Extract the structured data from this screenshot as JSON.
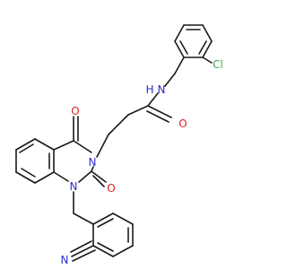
{
  "molecule": {
    "atoms": [
      {
        "id": "cl",
        "label": "Cl",
        "color": "#3cb043"
      },
      {
        "id": "n_amide",
        "label": "N",
        "color": "#2d2dcc"
      },
      {
        "id": "h_amide",
        "label": "H",
        "color": "#2d2dcc"
      },
      {
        "id": "o_amide",
        "label": "O",
        "color": "#e02020"
      },
      {
        "id": "o_c4",
        "label": "O",
        "color": "#e02020"
      },
      {
        "id": "o_c2",
        "label": "O",
        "color": "#e02020"
      },
      {
        "id": "n3",
        "label": "N",
        "color": "#2d2dcc"
      },
      {
        "id": "n1",
        "label": "N",
        "color": "#2d2dcc"
      },
      {
        "id": "n_nitrile",
        "label": "N",
        "color": "#2d2dcc"
      }
    ]
  }
}
